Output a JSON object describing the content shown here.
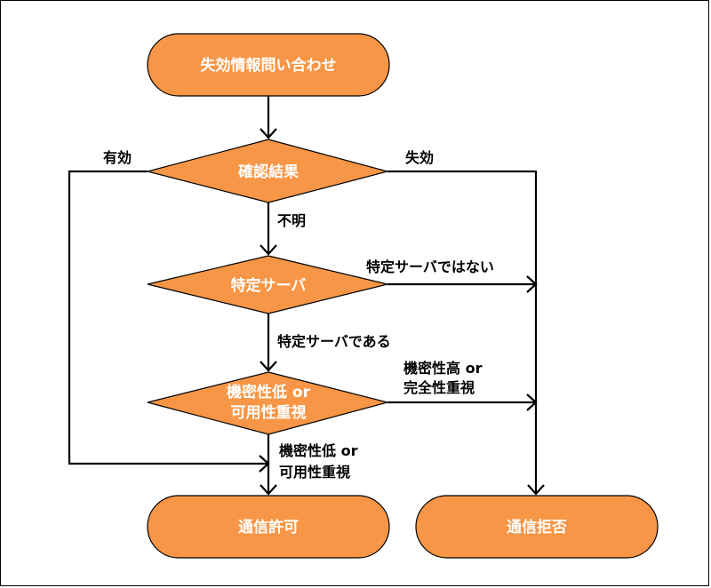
{
  "nodes": {
    "start": "失効情報問い合わせ",
    "decision1": "確認結果",
    "decision2": "特定サーバ",
    "decision3_line1": "機密性低 or",
    "decision3_line2": "可用性重視",
    "end_allow": "通信許可",
    "end_deny": "通信拒否"
  },
  "edges": {
    "d1_valid": "有効",
    "d1_revoked": "失効",
    "d1_unknown": "不明",
    "d2_no": "特定サーバではない",
    "d2_yes": "特定サーバである",
    "d3_high_line1": "機密性高 or",
    "d3_high_line2": "完全性重視",
    "d3_low_line1": "機密性低 or",
    "d3_low_line2": "可用性重視"
  },
  "colors": {
    "node_fill": "#F79646",
    "node_text": "#FFFFFF",
    "line": "#000000"
  }
}
